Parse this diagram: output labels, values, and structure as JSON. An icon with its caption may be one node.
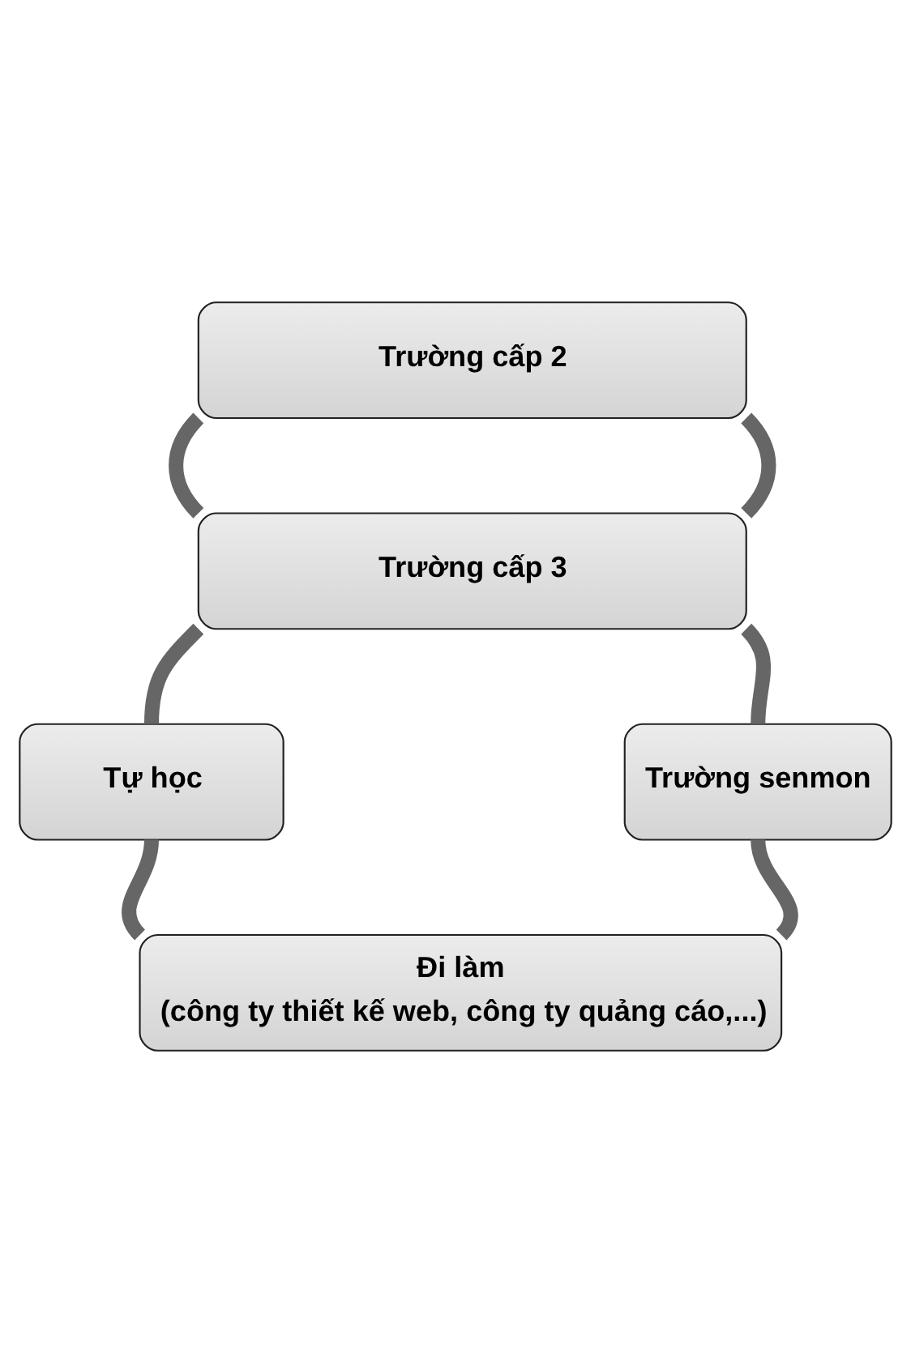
{
  "diagram": {
    "nodes": [
      {
        "text": [
          "Trường cấp 2"
        ]
      },
      {
        "text": [
          "Trường cấp 3"
        ]
      },
      {
        "text": [
          "Tự học"
        ]
      },
      {
        "text": [
          "Trường senmon"
        ]
      },
      {
        "text": [
          "Đi làm",
          "(công ty thiết kế web, công ty quảng cáo,...)"
        ]
      }
    ],
    "edges": [
      {
        "from": 0,
        "to": 1,
        "arrow": "none"
      },
      {
        "from": 0,
        "to": 1,
        "arrow": "none"
      },
      {
        "from": 1,
        "to": 2,
        "arrow": "none"
      },
      {
        "from": 1,
        "to": 3,
        "arrow": "none"
      },
      {
        "from": 2,
        "to": 4,
        "arrow": "none"
      },
      {
        "from": 3,
        "to": 4,
        "arrow": "none"
      }
    ]
  }
}
